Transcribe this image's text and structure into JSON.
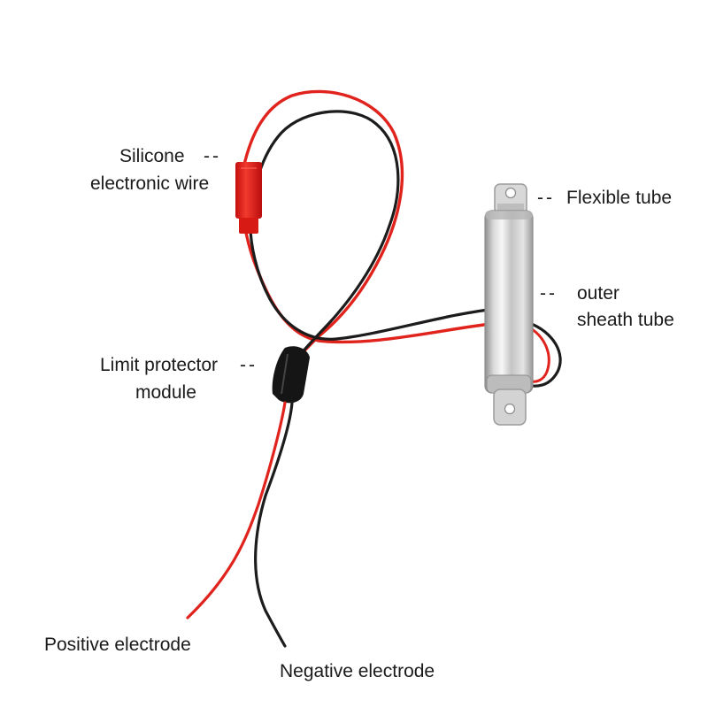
{
  "labels": {
    "silicone_wire_line1": "Silicone",
    "silicone_wire_line2": "electronic wire",
    "flexible_tube": "Flexible tube",
    "outer_sheath_line1": "outer",
    "outer_sheath_line2": "sheath tube",
    "limit_protector_line1": "Limit protector",
    "limit_protector_line2": "module",
    "positive_electrode": "Positive electrode",
    "negative_electrode": "Negative electrode"
  },
  "leader": "--",
  "colors": {
    "red_wire": "#e0231c",
    "black_wire": "#1c1c1c",
    "connector_red": "#e61b1b",
    "metal": "#c9c9c9"
  }
}
